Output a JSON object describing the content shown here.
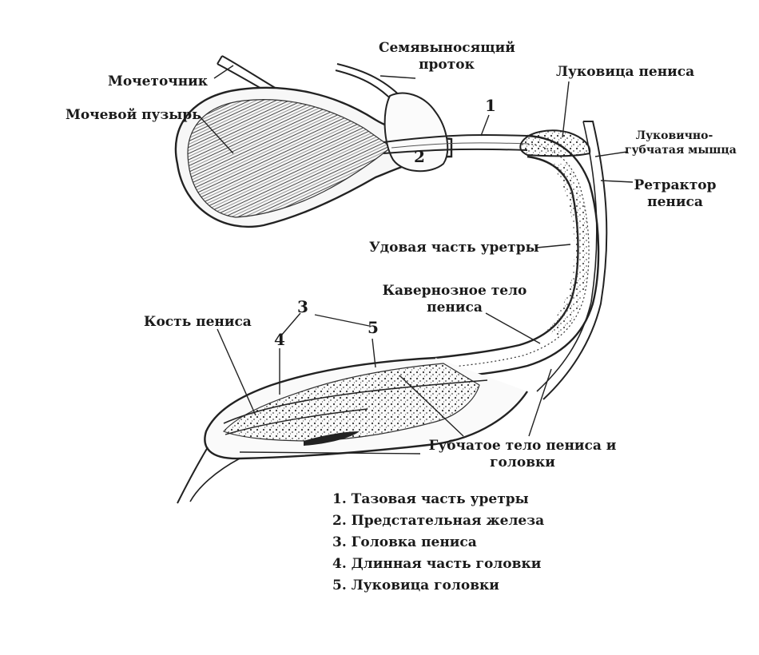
{
  "labels": {
    "ureter": "Мочеточник",
    "vas_deferens_1": "Семявыносящий",
    "vas_deferens_2": "проток",
    "penile_bulb": "Луковица пениса",
    "bladder": "Мочевой пузырь",
    "bulbospongiosus_1": "Луковично-",
    "bulbospongiosus_2": "губчатая мышца",
    "retractor_1": "Ретрактор",
    "retractor_2": "пениса",
    "ischial_urethra": "Удовая часть уретры",
    "cavernous_1": "Кавернозное тело",
    "cavernous_2": "пениса",
    "os_penis": "Кость пениса",
    "spongy_1": "Губчатое тело пениса и",
    "spongy_2": "головки"
  },
  "numbers": {
    "n1": "1",
    "n2": "2",
    "n3": "3",
    "n4": "4",
    "n5": "5"
  },
  "legend": [
    "1. Тазовая часть уретры",
    "2. Предстательная железа",
    "3. Головка пениса",
    "4. Длинная часть головки",
    "5. Луковица головки"
  ]
}
